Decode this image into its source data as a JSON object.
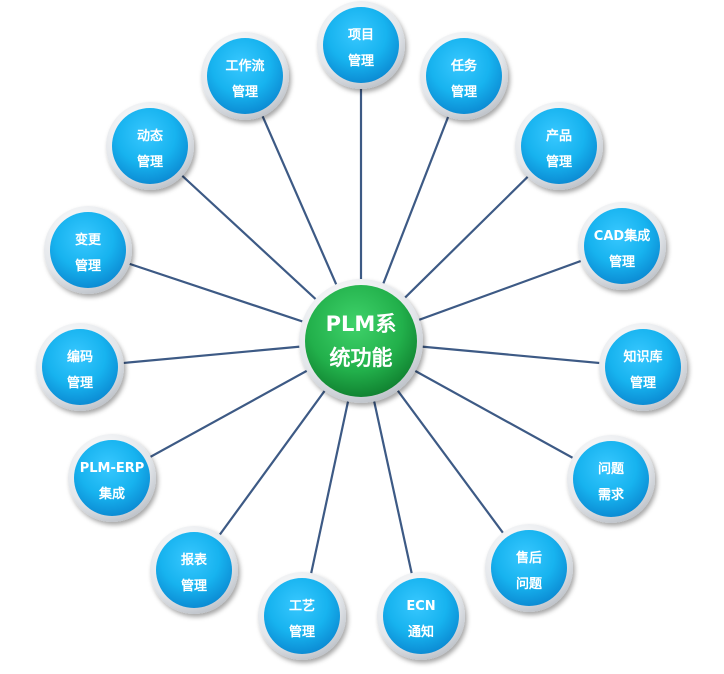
{
  "center": {
    "lines": [
      "PLM系",
      "统功能"
    ]
  },
  "nodes": [
    {
      "id": "project",
      "lines": [
        "项目",
        "管理"
      ]
    },
    {
      "id": "task",
      "lines": [
        "任务",
        "管理"
      ]
    },
    {
      "id": "product",
      "lines": [
        "产品",
        "管理"
      ]
    },
    {
      "id": "cad",
      "lines": [
        "CAD集成",
        "管理"
      ]
    },
    {
      "id": "knowledge",
      "lines": [
        "知识库",
        "管理"
      ]
    },
    {
      "id": "issue-req",
      "lines": [
        "问题",
        "需求"
      ]
    },
    {
      "id": "after-sales",
      "lines": [
        "售后",
        "问题"
      ]
    },
    {
      "id": "ecn",
      "lines": [
        "ECN",
        "通知"
      ]
    },
    {
      "id": "process",
      "lines": [
        "工艺",
        "管理"
      ]
    },
    {
      "id": "report",
      "lines": [
        "报表",
        "管理"
      ]
    },
    {
      "id": "plm-erp",
      "lines": [
        "PLM-ERP",
        "集成"
      ]
    },
    {
      "id": "coding",
      "lines": [
        "编码",
        "管理"
      ]
    },
    {
      "id": "change",
      "lines": [
        "变更",
        "管理"
      ]
    },
    {
      "id": "dynamic",
      "lines": [
        "动态",
        "管理"
      ]
    },
    {
      "id": "workflow",
      "lines": [
        "工作流",
        "管理"
      ]
    }
  ],
  "colors": {
    "node_fill": "#17b3ef",
    "node_dark": "#0a85cf",
    "node_rim": "#e3e6ea",
    "hub_fill": "#22b04b",
    "hub_dark": "#0e7a2c",
    "connector": "#3d5a85"
  }
}
